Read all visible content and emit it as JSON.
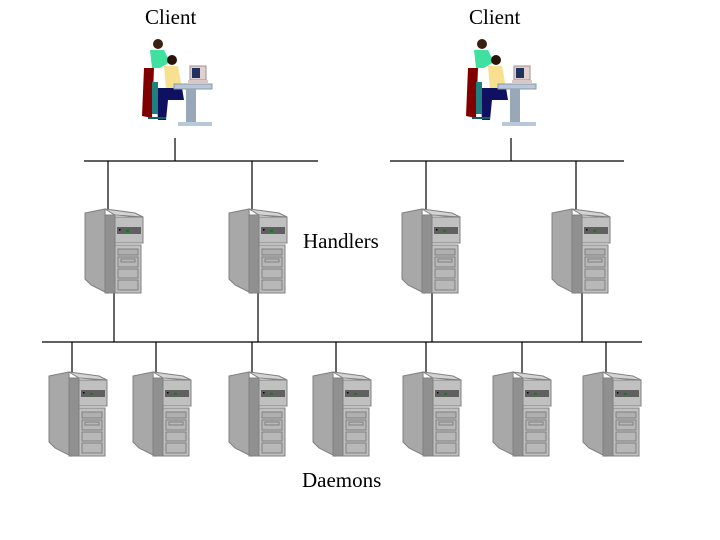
{
  "diagram": {
    "clients": [
      {
        "label": "Client",
        "icon": "user-at-workstation-icon"
      },
      {
        "label": "Client",
        "icon": "user-at-workstation-icon"
      }
    ],
    "handlers_label": "Handlers",
    "handler_count": 4,
    "daemons_label": "Daemons",
    "daemon_count": 7,
    "server_icon": "tower-server-icon",
    "colors": {
      "line": "#000000",
      "server_body": "#c0c0c0",
      "server_shadow": "#808080",
      "server_dark": "#606060",
      "led": "#008000"
    }
  }
}
